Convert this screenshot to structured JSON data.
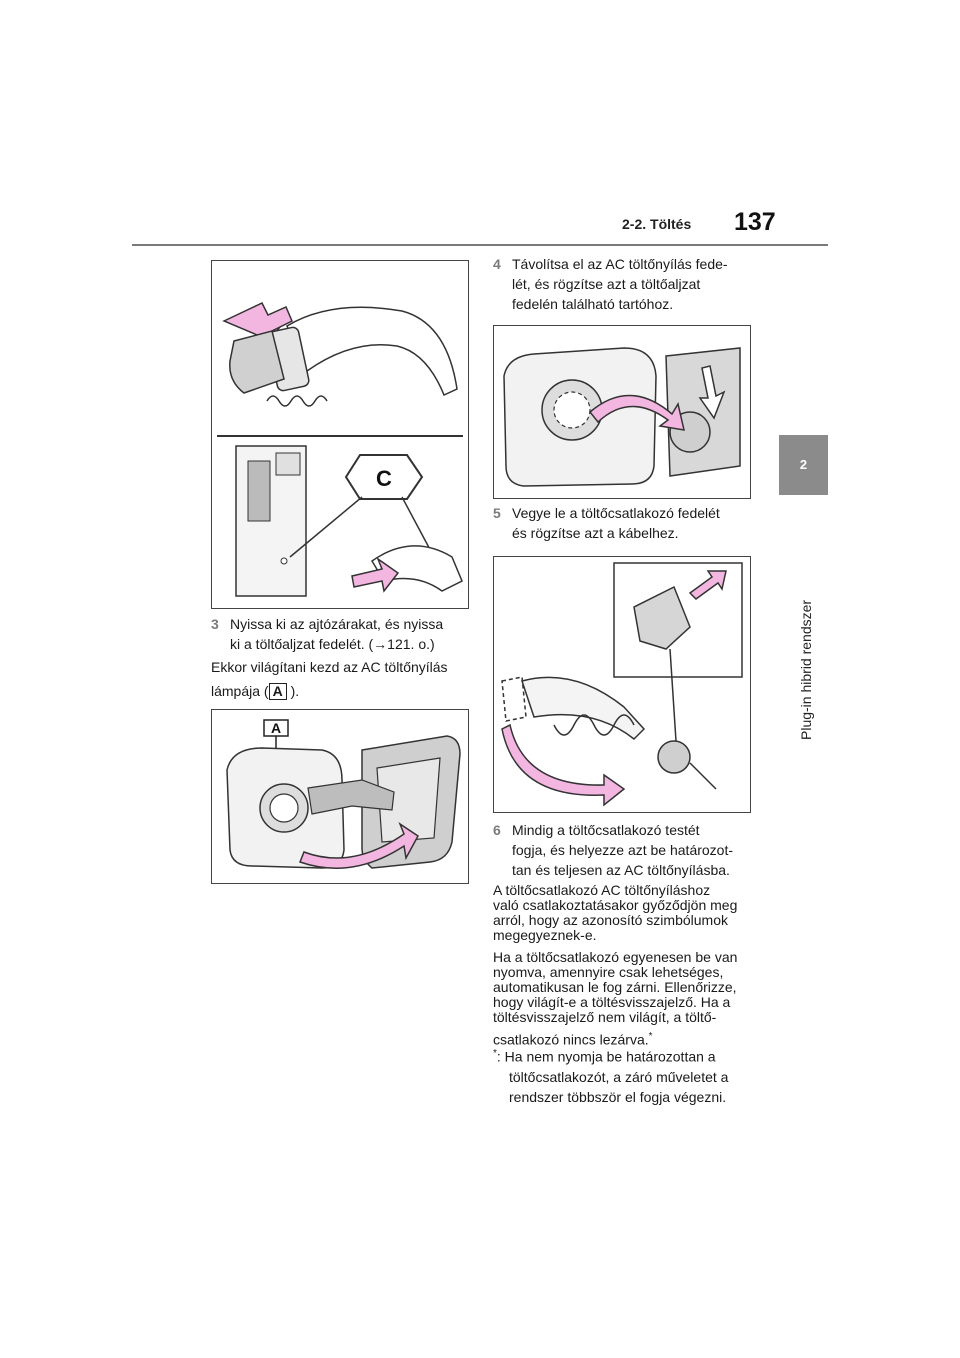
{
  "header": {
    "section": "2-2. Töltés",
    "page_number": "137"
  },
  "side_tab": {
    "chapter_number": "2",
    "chapter_title": "Plug-in hibrid rendszer"
  },
  "figures": {
    "fig1": {
      "callout_label": "C"
    },
    "fig2": {
      "callout_label": "A"
    }
  },
  "step3": {
    "number": "3",
    "line1": "Nyissa ki az ajtózárakat, és nyissa",
    "line2": "ki a töltőaljzat fedelét. (→121. o.)"
  },
  "para_light": {
    "line1": "Ekkor világítani kezd az AC töltőnyílás",
    "line2_start": "lámpája (",
    "label": "A",
    "line2_end": ")."
  },
  "step4": {
    "number": "4",
    "line1": "Távolítsa el az AC töltőnyílás fede-",
    "line2": "lét, és rögzítse azt a töltőaljzat",
    "line3": "fedelén található tartóhoz."
  },
  "step5": {
    "number": "5",
    "line1": "Vegye le a töltőcsatlakozó fedelét",
    "line2": "és rögzítse azt a kábelhez."
  },
  "step6": {
    "number": "6",
    "line1": "Mindig a töltőcsatlakozó testét",
    "line2": "fogja, és helyezze azt be határozot-",
    "line3": "tan és teljesen az AC töltőnyílásba."
  },
  "para_check": {
    "line1": "A töltőcsatlakozó AC töltőnyíláshoz",
    "line2": "való csatlakoztatásakor győződjön meg",
    "line3": "arról, hogy az azonosító szimbólumok",
    "line4": "megegyeznek-e."
  },
  "para_lock": {
    "line1": "Ha a töltőcsatlakozó egyenesen be van",
    "line2": "nyomva, amennyire csak lehetséges,",
    "line3": "automatikusan le fog zárni. Ellenőrizze,",
    "line4": "hogy világít-e a töltésvisszajelző. Ha a",
    "line5": "töltésvisszajelző nem világít, a töltő-",
    "line6": "csatlakozó nincs lezárva.",
    "mark": "*"
  },
  "footnote": {
    "mark": "*",
    "line1": ": Ha nem nyomja be határozottan a",
    "line2": "töltőcsatlakozót, a záró műveletet a",
    "line3": "rendszer többször el fogja végezni."
  },
  "colors": {
    "arrow_pink": "#f2b6e0",
    "tab_gray": "#8b8b8b",
    "step_number_gray": "#7b7b7b"
  }
}
